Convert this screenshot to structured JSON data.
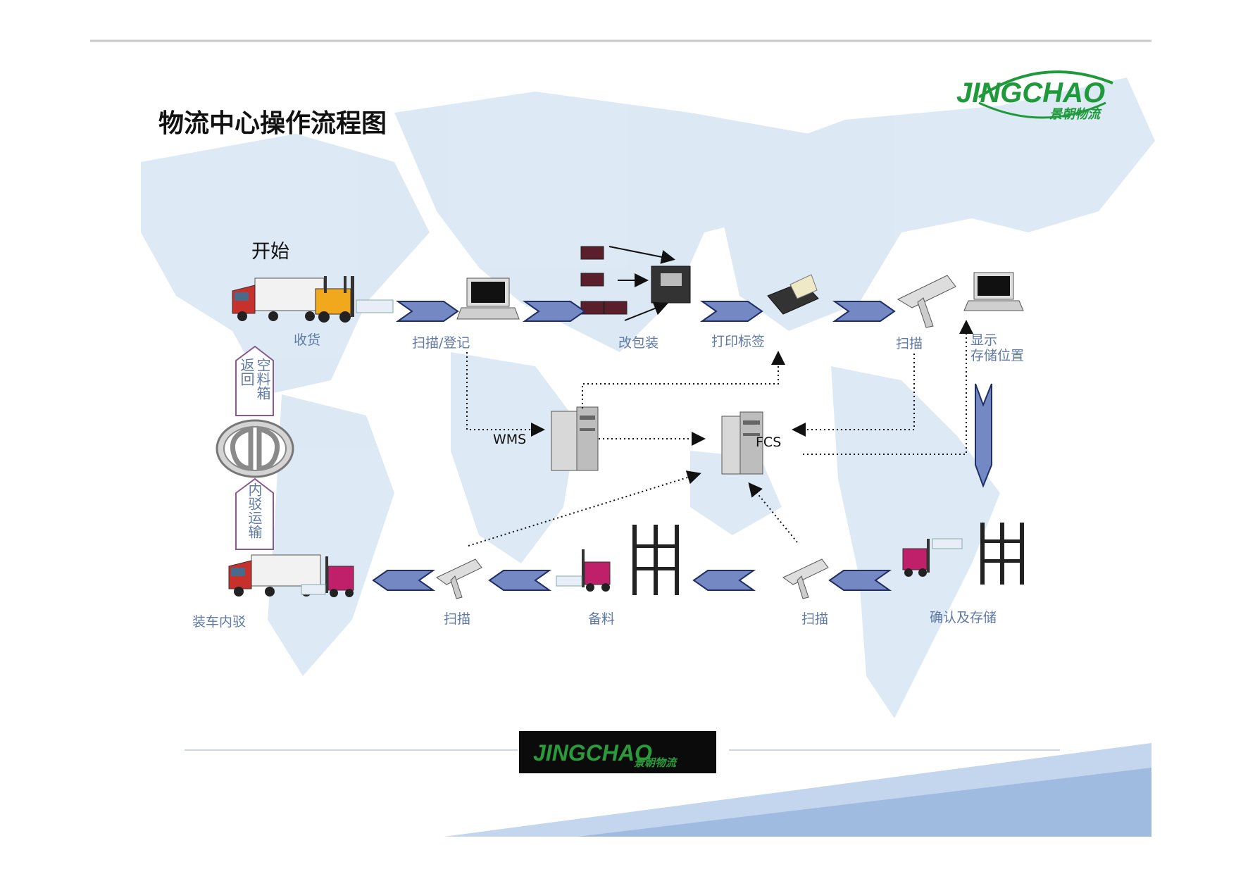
{
  "title": "物流中心操作流程图",
  "start_label": "开始",
  "brand": {
    "logo_text": "JINGCHAO",
    "logo_cn": "景朝物流",
    "logo_green": "#1f9a3a"
  },
  "steps": {
    "receive": "收货",
    "scan_register": "扫描/登记",
    "repack": "改包装",
    "print_label": "打印标签",
    "scan_top": "扫描",
    "show_location": "显示\n存储位置",
    "confirm_store": "确认及存储",
    "scan_bottom_right": "扫描",
    "prepare": "备料",
    "scan_bottom_left": "扫描",
    "load_truck": "装车内驳"
  },
  "systems": {
    "wms": "WMS",
    "fcs": "FCS"
  },
  "side_labels": {
    "return_col1": "返回",
    "return_col2": "空料箱",
    "transfer": "内驳运输"
  },
  "colors": {
    "arrow_fill": "#7489c4",
    "arrow_stroke": "#1f2f66",
    "label_text": "#5f79a6",
    "map_fill": "#d7e6f4",
    "side_box_stroke": "#8a5a8c"
  }
}
